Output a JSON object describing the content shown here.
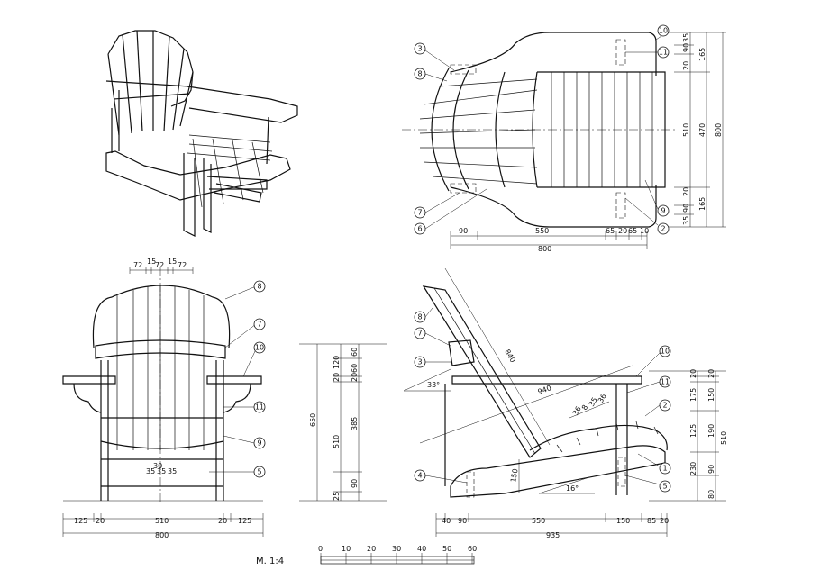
{
  "scale_label": "M. 1:4",
  "scale_bar_ticks": [
    "0",
    "10",
    "20",
    "30",
    "40",
    "50",
    "60"
  ],
  "part_numbers": [
    "1",
    "2",
    "3",
    "4",
    "5",
    "6",
    "7",
    "8",
    "9",
    "10",
    "11"
  ],
  "top_view": {
    "horizontal_dims": [
      "90",
      "550",
      "65",
      "20",
      "65",
      "10"
    ],
    "overall_width": "800",
    "vertical_dims": [
      "35",
      "90",
      "165",
      "20",
      "470",
      "20",
      "165",
      "90",
      "35"
    ],
    "span_510": "510",
    "overall_depth": "800"
  },
  "front_view": {
    "slat_dims_top": [
      "72",
      "15",
      "72",
      "15",
      "72"
    ],
    "slat_dims_lower": [
      "30",
      "35",
      "35",
      "35"
    ],
    "bottom_dims": [
      "125",
      "20",
      "510",
      "20",
      "125"
    ],
    "overall_width": "800"
  },
  "height_column": {
    "dims": [
      "60",
      "120",
      "20",
      "60",
      "20",
      "385",
      "90",
      "25"
    ],
    "total_650": "650",
    "total_510": "510"
  },
  "side_view": {
    "back_length": "840",
    "seat_diag": "940",
    "angle_back": "33°",
    "angle_leg": "16°",
    "seat_slat_dims": [
      "36",
      "8",
      "35",
      "36"
    ],
    "leg_dim": "150",
    "bottom_dims": [
      "40",
      "90",
      "550",
      "150",
      "85",
      "20"
    ],
    "overall_length": "935",
    "right_dims": [
      "20",
      "20",
      "175",
      "150",
      "125",
      "190",
      "230",
      "90",
      "80"
    ],
    "total_510": "510"
  }
}
